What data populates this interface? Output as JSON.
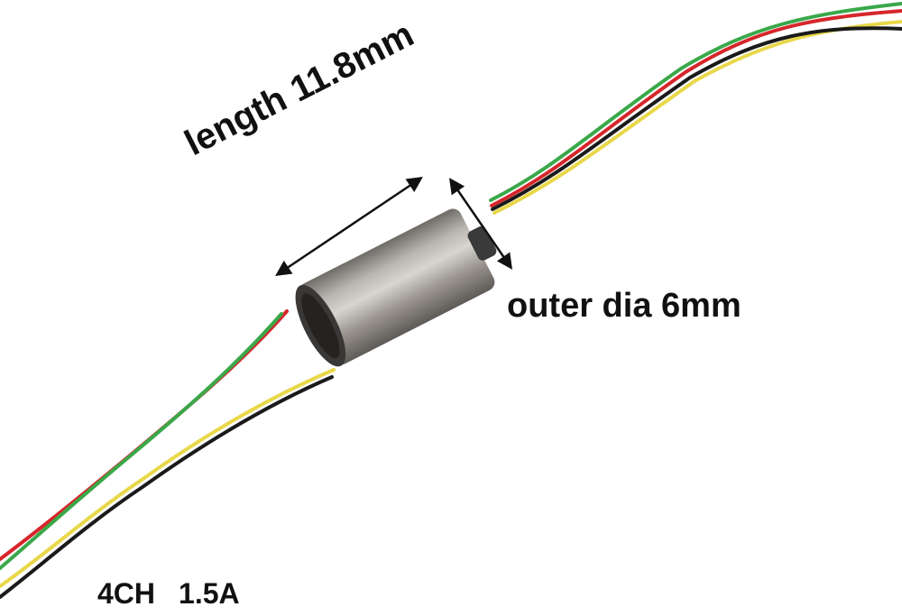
{
  "annotations": {
    "length": "length 11.8mm",
    "outer_diameter": "outer dia 6mm"
  },
  "spec": {
    "channels": "4CH",
    "current": "1.5A"
  },
  "colors": {
    "wire_red": "#d6262b",
    "wire_green": "#3aa84a",
    "wire_yellow": "#e8d84a",
    "wire_black": "#1a1a1a",
    "body_metal": "#8f8b86"
  }
}
